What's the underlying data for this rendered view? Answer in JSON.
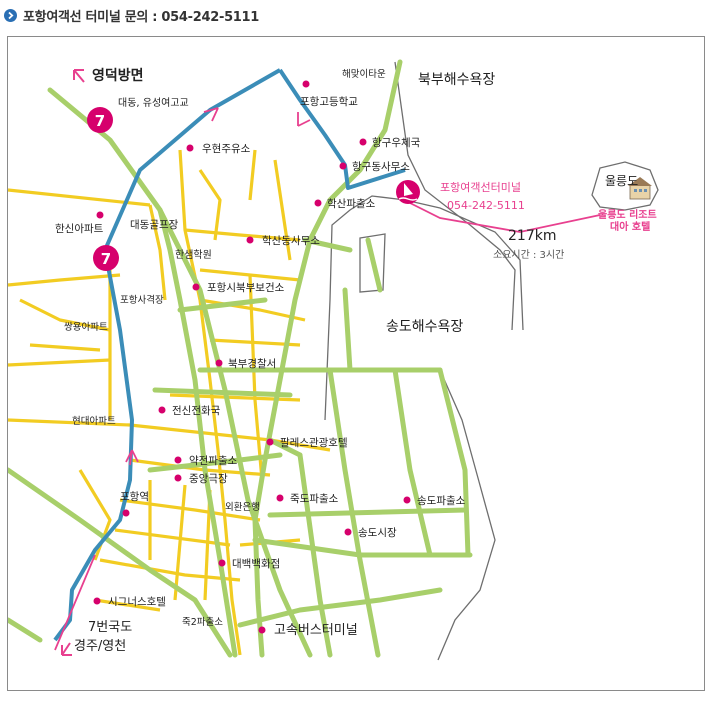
{
  "header": {
    "title": "포항여객선 터미널 문의 : 054-242-5111",
    "bullet_icon": "chevron-right-icon"
  },
  "colors": {
    "road_major": "#a8cf6a",
    "road_minor": "#f2cc22",
    "railway": "#3b8db8",
    "route": "#e8408f",
    "marker": "#d6006c",
    "coast": "#6e6e6e",
    "frame_border": "#8a8a8a"
  },
  "compass": {
    "north_label": "영덕방면",
    "south_label_line1": "7번국도",
    "south_label_line2": "경주/영천"
  },
  "route_badges": [
    "7",
    "7"
  ],
  "areas": {
    "north_beach": "북부해수욕장",
    "songdo_beach": "송도해수욕장",
    "ulleungdo": "울릉도"
  },
  "terminal": {
    "name": "포항여객선터미널",
    "phone": "054-242-5111",
    "distance": "217km",
    "duration": "소요시간 : 3시간",
    "resort_line1": "울릉도 리조트",
    "resort_line2": "대아 호텔"
  },
  "places": {
    "haemaji": "해맞이타운",
    "pohang_high": "포항고등학교",
    "daedong": "대동, 유성여고교",
    "woohyeon": "우현주유소",
    "hanggu_post": "항구우체국",
    "hanggu_office": "항구동사무소",
    "haksan_police": "학산파출소",
    "hansin_apt": "한신아파트",
    "daedong_golf": "대동골프장",
    "haksan_office": "학산동사무소",
    "hansaem": "한샘학원",
    "pohang_market": "포항사격장",
    "bukbu_health": "포항시북부보건소",
    "ssangyong": "쌍용아파트",
    "bukbu_police": "북부경찰서",
    "hyundai_apt": "현대아파트",
    "jeonsin": "전신전화국",
    "palace": "팔레스관광호텔",
    "yakjeon": "약전파출소",
    "jungang_theater": "중앙극장",
    "pohang_station": "포항역",
    "oehwan_bank": "외환은행",
    "jukdo_police": "죽도파출소",
    "songdo_police": "송도파출소",
    "songdo_market": "송도시장",
    "daebaek": "대백백화점",
    "signus": "시그너스호텔",
    "juk2_police": "죽2파출소",
    "bus_terminal": "고속버스터미널"
  }
}
